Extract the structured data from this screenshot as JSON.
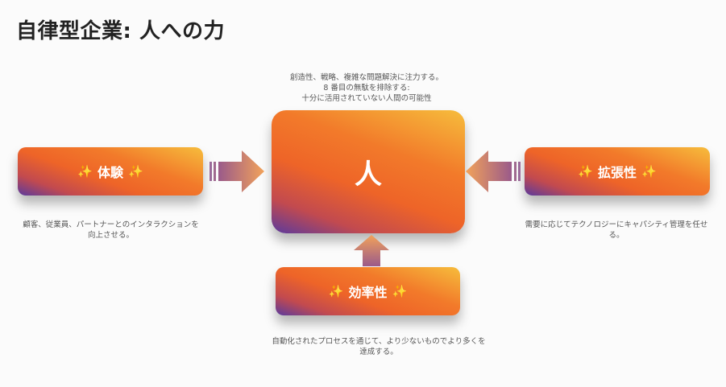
{
  "title": "自律型企業: 人への力",
  "center": {
    "label": "人",
    "description": [
      "創造性、戦略、複雑な問題解決に注力する。",
      "8 番目の無駄を排除する:",
      "十分に活用されていない人間の可能性"
    ]
  },
  "left": {
    "label": "体験",
    "description": "顧客、従業員、パートナーとのインタラクションを向上させる。"
  },
  "right": {
    "label": "拡張性",
    "description": "需要に応じてテクノロジーにキャパシティ管理を任せる。"
  },
  "bottom": {
    "label": "効率性",
    "description": "自動化されたプロセスを通じて、より少ないものでより多くを達成する。"
  },
  "sparkle": "✨",
  "colors": {
    "top": "#f6bd3c",
    "mid": "#ee6428",
    "bottom": "#5a3a9e"
  }
}
